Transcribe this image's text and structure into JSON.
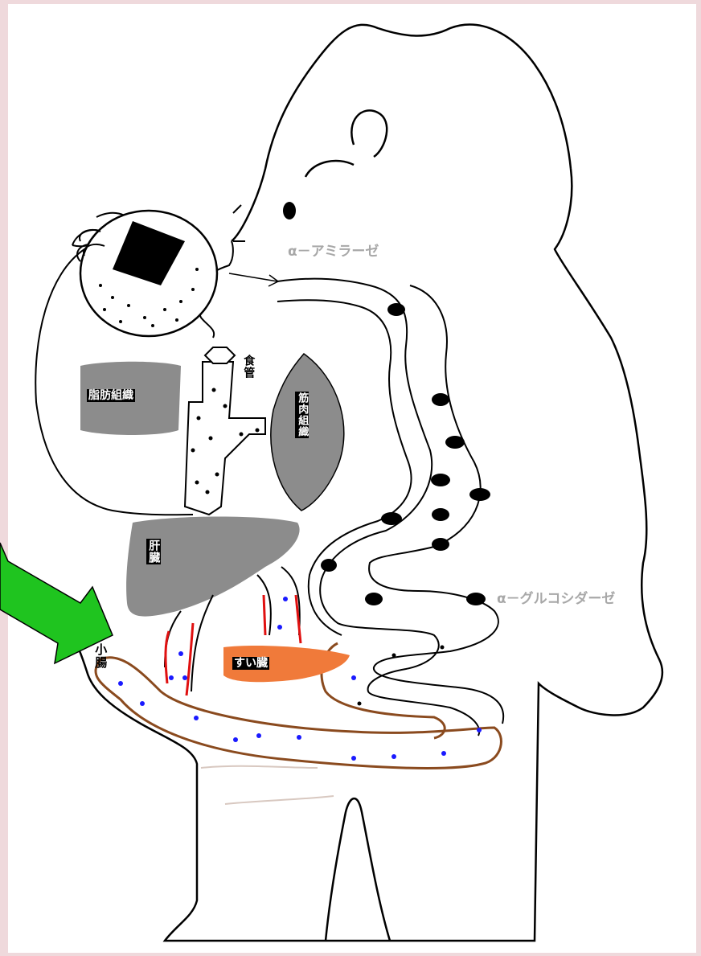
{
  "colors": {
    "background": "#efd9dc",
    "tissue_gray": "#8c8c8c",
    "arrow_green": "#1fc41f",
    "intestine_brown": "#8a4a1e",
    "vessel_red": "#e01010",
    "glucose_blue": "#1a1aff",
    "pancreas_orange": "#f07a3a",
    "enzyme_text": "#a8a8a8"
  },
  "labels": {
    "trachea": "食管",
    "adipose": "脂肪組織",
    "muscle": "筋肉組織",
    "liver": "肝臓",
    "small_intestine": "小腸",
    "pancreas": "すい臓",
    "amylase": "α－アミラーゼ",
    "glucosidase": "α－グルコシダーゼ"
  },
  "icons": [
    "rice-ball-icon",
    "green-arrow-icon"
  ]
}
